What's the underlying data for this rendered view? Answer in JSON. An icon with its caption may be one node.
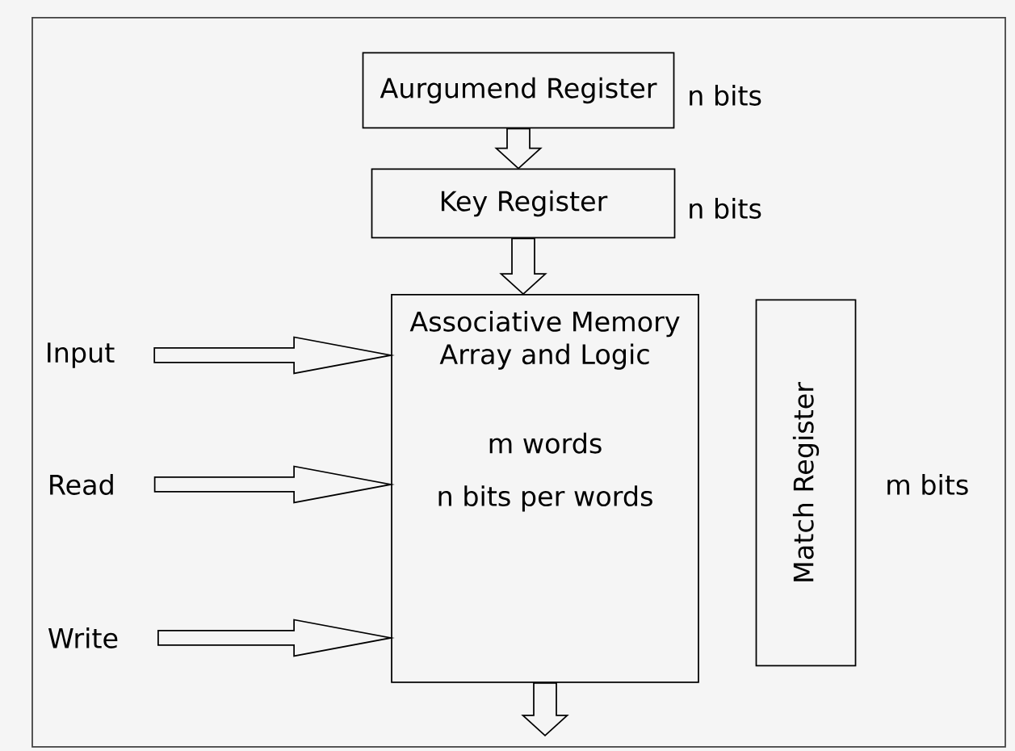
{
  "diagram": {
    "nodes": [
      {
        "text": [
          "Aurgumend Register"
        ],
        "beside": [
          "n bits"
        ]
      },
      {
        "text": [
          "Key Register"
        ],
        "beside": [
          "n bits"
        ]
      },
      {
        "text": [
          "Associative Memory Array and Logic",
          "m words",
          "n bits per words"
        ]
      },
      {
        "text": [
          "Match Register"
        ],
        "beside": [
          "m bits"
        ]
      },
      {
        "text": [
          "Input"
        ]
      },
      {
        "text": [
          "Read"
        ]
      },
      {
        "text": [
          "Write"
        ]
      }
    ],
    "edges": [
      {
        "from": 0,
        "to": 1,
        "arrow": "to"
      },
      {
        "from": 1,
        "to": 2,
        "arrow": "to"
      },
      {
        "from": 4,
        "to": 2,
        "arrow": "to"
      },
      {
        "from": 5,
        "to": 2,
        "arrow": "to"
      },
      {
        "from": 6,
        "to": 2,
        "arrow": "to"
      },
      {
        "from": 2,
        "to": null,
        "arrow": "to"
      }
    ]
  }
}
